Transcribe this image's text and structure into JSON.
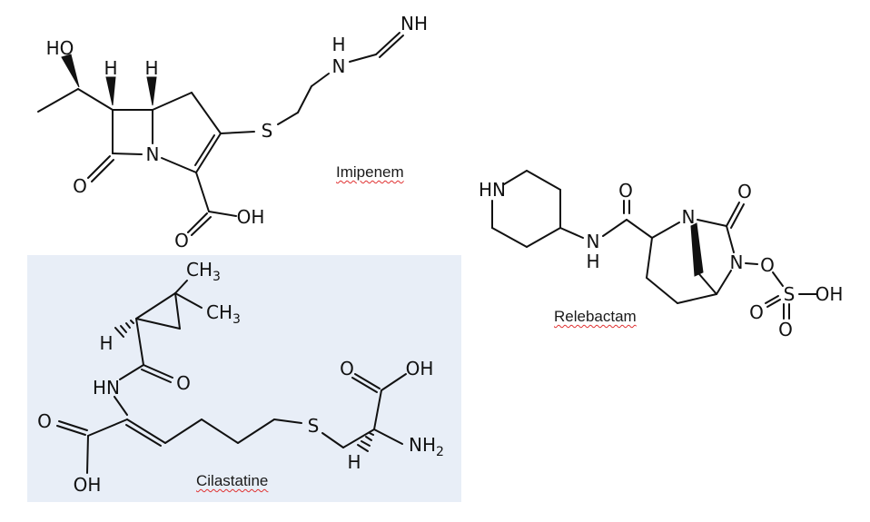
{
  "page": {
    "background": "#ffffff",
    "ink": "#111111",
    "panel_color": "#e8eef7",
    "squiggle_color": "#e03131"
  },
  "molecules": {
    "imipenem": {
      "name": "Imipenem",
      "atoms": {
        "ho": "HO",
        "h_c6": "H",
        "h_c5": "H",
        "n_ring": "N",
        "o_lactam": "O",
        "o_acid": "O",
        "oh_acid": "OH",
        "s_thioether": "S",
        "h_amine": "H",
        "n_amine": "N",
        "nh_imine": "NH"
      }
    },
    "cilastatine": {
      "name": "Cilastatine",
      "atoms": {
        "ch3_base": "CH",
        "ch3_sub": "3",
        "h_cyclopropane": "H",
        "hn_amide": "HN",
        "o_amide": "O",
        "o_acid_left": "O",
        "oh_acid_left": "OH",
        "s_thioether": "S",
        "h_stereo": "H",
        "nh2_base": "NH",
        "nh2_sub": "2",
        "o_acid_right": "O",
        "oh_acid_right": "OH"
      }
    },
    "relebactam": {
      "name": "Relebactam",
      "atoms": {
        "hn_piperidine": "HN",
        "n_amide": "N",
        "h_amide": "H",
        "o_amide": "O",
        "n1": "N",
        "o_lactam": "O",
        "n6": "N",
        "o_link": "O",
        "s_sulfate": "S",
        "o_sulfate_left": "O",
        "o_sulfate_down": "O",
        "oh_sulfate": "OH"
      }
    }
  }
}
